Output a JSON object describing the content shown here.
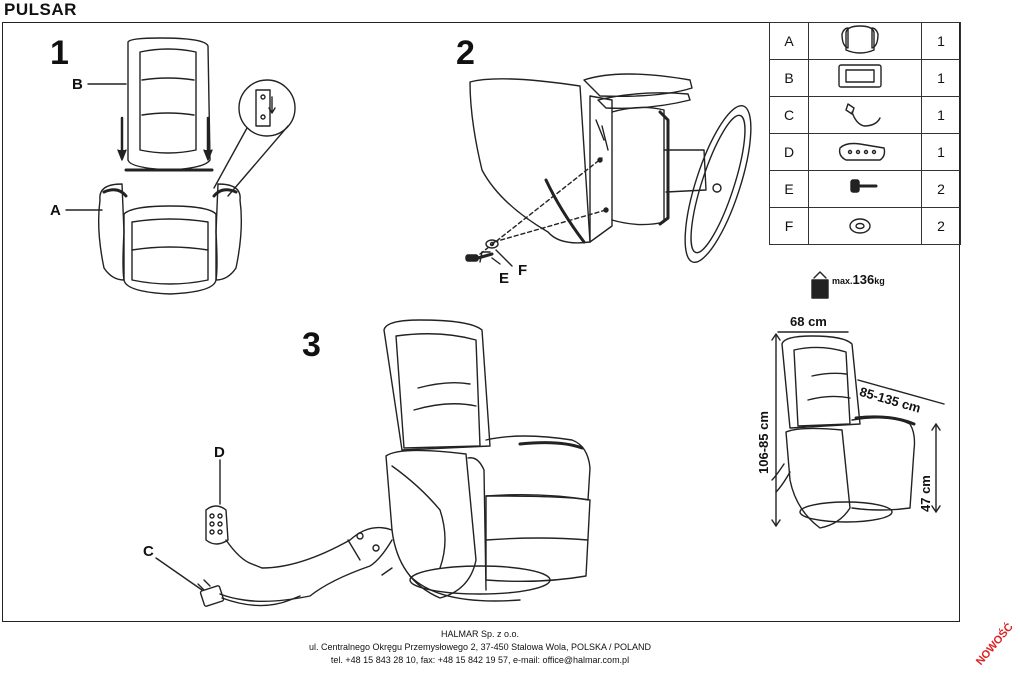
{
  "header": {
    "title": "PULSAR"
  },
  "steps": [
    "1",
    "2",
    "3"
  ],
  "callouts": {
    "a": "A",
    "b": "B",
    "c": "C",
    "d": "D",
    "e": "E",
    "f": "F"
  },
  "parts_table": [
    {
      "letter": "A",
      "icon": "armrest-frame-icon",
      "qty": "1"
    },
    {
      "letter": "B",
      "icon": "backrest-icon",
      "qty": "1"
    },
    {
      "letter": "C",
      "icon": "power-adapter-icon",
      "qty": "1"
    },
    {
      "letter": "D",
      "icon": "remote-control-icon",
      "qty": "1"
    },
    {
      "letter": "E",
      "icon": "bolt-icon",
      "qty": "2"
    },
    {
      "letter": "F",
      "icon": "washer-icon",
      "qty": "2"
    }
  ],
  "specs": {
    "max_load_prefix": "max.",
    "max_load_value": "136",
    "max_load_unit": "kg",
    "width": "68 cm",
    "depth": "85-135 cm",
    "height": "106-85 cm",
    "seat_height": "47 cm"
  },
  "footer": {
    "company": "HALMAR Sp. z o.o.",
    "address": "ul. Centralnego Okręgu Przemysłowego 2, 37-450 Stalowa Wola, POLSKA / POLAND",
    "contact": "tel. +48 15 843 28 10, fax: +48 15 842 19 57, e-mail: office@halmar.com.pl"
  },
  "badge": "NOWOŚĆ"
}
